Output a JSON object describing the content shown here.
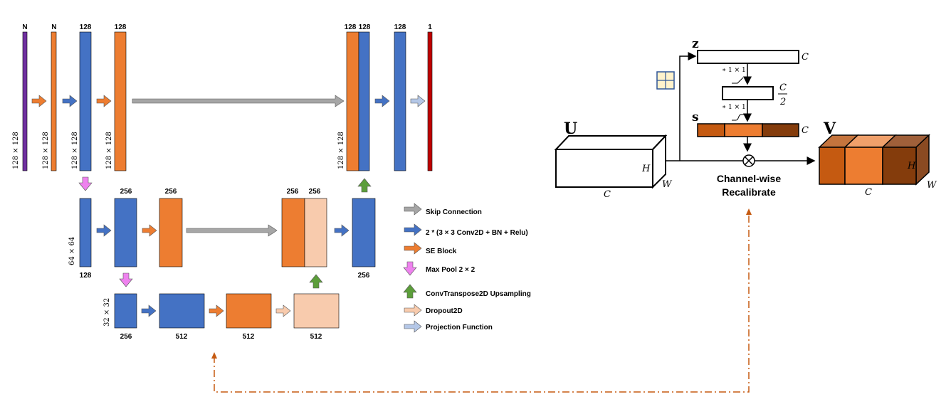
{
  "unet": {
    "top_row": {
      "channels": [
        "N",
        "N",
        "128",
        "128",
        "128",
        "128",
        "128",
        "1"
      ],
      "spatial": [
        "128 × 128",
        "128 × 128",
        "128 × 128",
        "128 × 128",
        "128 × 128"
      ]
    },
    "mid_row": {
      "channels": [
        "256",
        "256",
        "256",
        "256",
        "128",
        "256"
      ],
      "spatial": "64 × 64"
    },
    "bottom_row": {
      "channels": [
        "256",
        "512",
        "512",
        "512"
      ],
      "spatial": "32 × 32"
    }
  },
  "legend": [
    {
      "label": "Skip Connection",
      "color": "#a6a6a6"
    },
    {
      "label": "2 * (3 × 3 Conv2D + BN + Relu)",
      "color": "#4472c4"
    },
    {
      "label": "SE Block",
      "color": "#ed7d31"
    },
    {
      "label": "Max Pool  2 × 2",
      "color": "#ee82ee"
    },
    {
      "label": "ConvTranspose2D  Upsampling",
      "color": "#5c9e3b"
    },
    {
      "label": "Dropout2D",
      "color": "#f8cbad"
    },
    {
      "label": "Projection   Function",
      "color": "#b4c7e7"
    }
  ],
  "se_block": {
    "U": "U",
    "V": "V",
    "z": "z",
    "s": "s",
    "H": "H",
    "W": "W",
    "C": "C",
    "C2_num": "C",
    "C2_den": "2",
    "conv_a": "∗ 1 × 1",
    "conv_b": "∗ 1 × 1",
    "recalibrate_1": "Channel-wise",
    "recalibrate_2": "Recalibrate"
  },
  "colors": {
    "purple": "#7030a0",
    "orange": "#ed7d31",
    "blue": "#4472c4",
    "red": "#c00000",
    "peach": "#f8cbad",
    "gray": "#a6a6a6",
    "dashed": "#c55a11"
  }
}
